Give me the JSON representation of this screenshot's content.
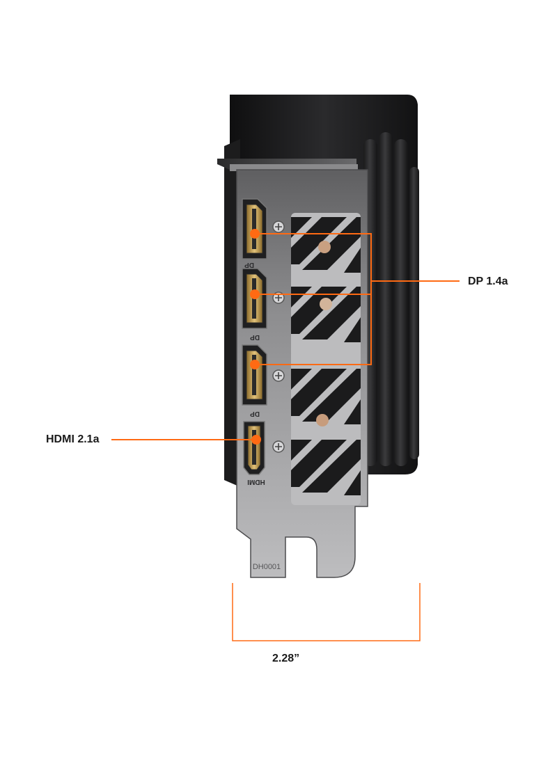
{
  "accent_color": "#ff6a13",
  "callouts": {
    "displayport": "DP 1.4a",
    "hdmi": "HDMI 2.1a"
  },
  "dimension": {
    "width_label": "2.28”"
  },
  "bracket": {
    "port_markings": [
      "DP",
      "DP",
      "DP",
      "HDMI"
    ],
    "part_code": "DH0001"
  },
  "icons": [
    "screw-icon",
    "displayport-connector-icon",
    "hdmi-connector-icon"
  ]
}
